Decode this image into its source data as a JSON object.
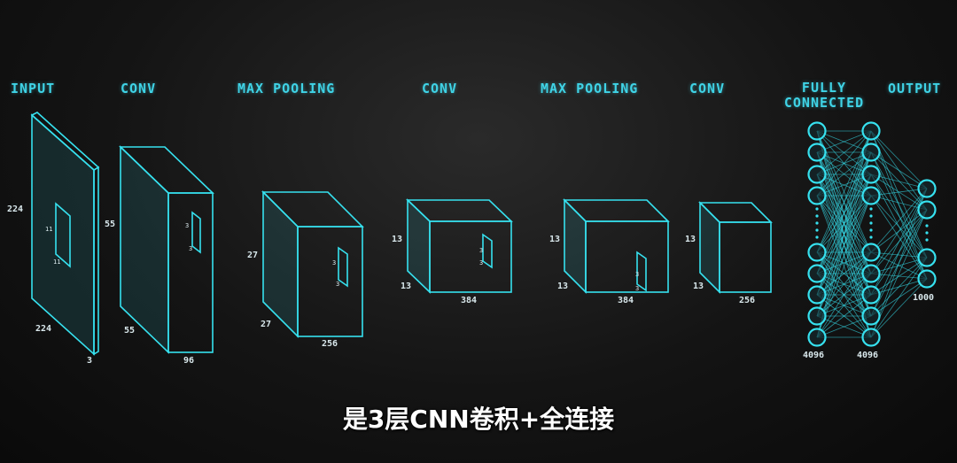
{
  "layers": {
    "input": "INPUT",
    "conv1": "CONV",
    "pool1": "MAX POOLING",
    "conv2": "CONV",
    "pool2": "MAX POOLING",
    "conv3": "CONV",
    "fc_line1": "FULLY",
    "fc_line2": "CONNECTED",
    "output": "OUTPUT"
  },
  "dims": {
    "input_h": "224",
    "input_w": "224",
    "input_d": "3",
    "input_k1": "11",
    "input_k2": "11",
    "conv1_h": "55",
    "conv1_w": "55",
    "conv1_d": "96",
    "conv1_k1": "3",
    "conv1_k2": "3",
    "pool1_h": "27",
    "pool1_w": "27",
    "pool1_d": "256",
    "pool1_k1": "3",
    "pool1_k2": "3",
    "conv2_h": "13",
    "conv2_w": "13",
    "conv2_d": "384",
    "conv2_k1": "3",
    "conv2_k2": "3",
    "pool2_h": "13",
    "pool2_w": "13",
    "pool2_d": "384",
    "pool2_k1": "3",
    "pool2_k2": "3",
    "conv3_h": "13",
    "conv3_w": "13",
    "conv3_d": "256",
    "fc1": "4096",
    "fc2": "4096",
    "out": "1000"
  },
  "subtitle": "是3层CNN卷积+全连接",
  "colors": {
    "accent": "#36e1ef",
    "background": "#141414",
    "subtitle": "#ffffff"
  }
}
